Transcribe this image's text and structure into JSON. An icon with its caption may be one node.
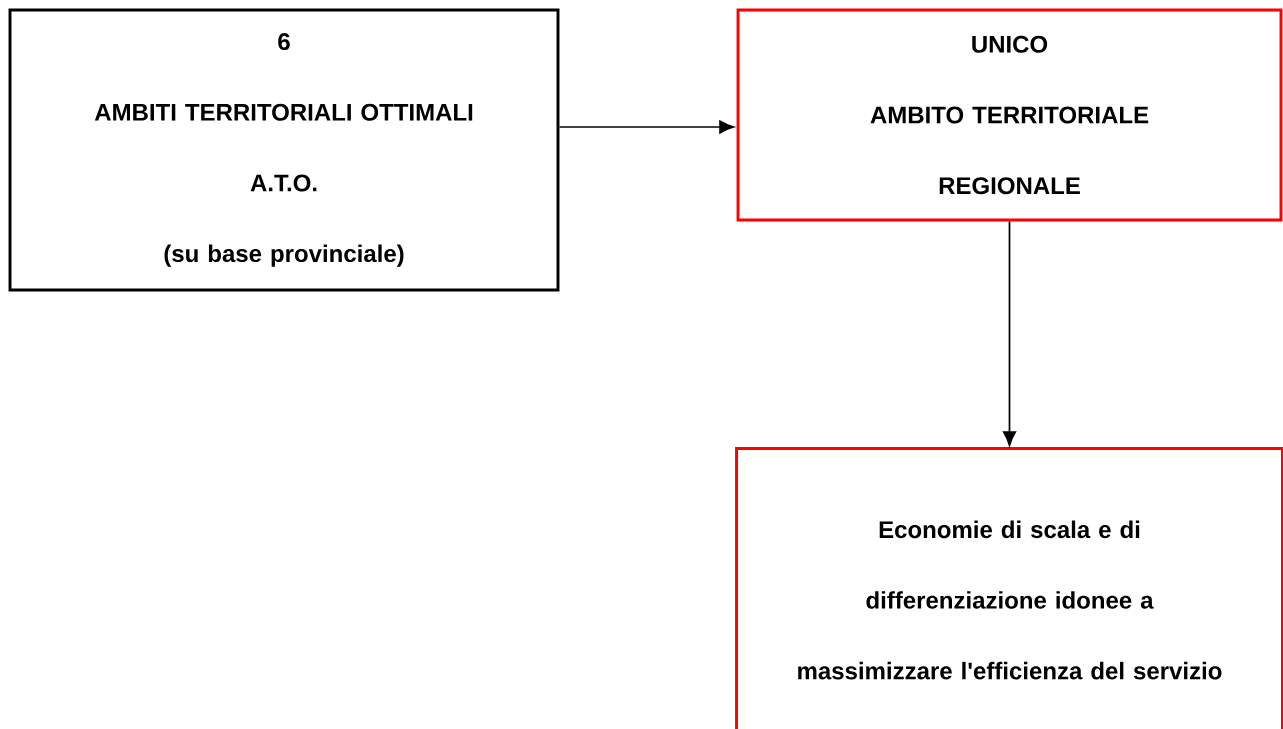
{
  "diagram": {
    "nodes": [
      {
        "text": [
          "6",
          "AMBITI TERRITORIALI OTTIMALI",
          "A.T.O.",
          "(su base provinciale)"
        ]
      },
      {
        "text": [
          "UNICO",
          "AMBITO TERRITORIALE REGIONALE"
        ]
      },
      {
        "text": [
          "Economie di scala e di differenziazione idonee a massimizzare l'efficienza del servizio"
        ]
      }
    ],
    "edges": [
      {
        "from": 0,
        "to": 1,
        "arrow": "to"
      },
      {
        "from": 1,
        "to": 2,
        "arrow": "to"
      }
    ]
  }
}
